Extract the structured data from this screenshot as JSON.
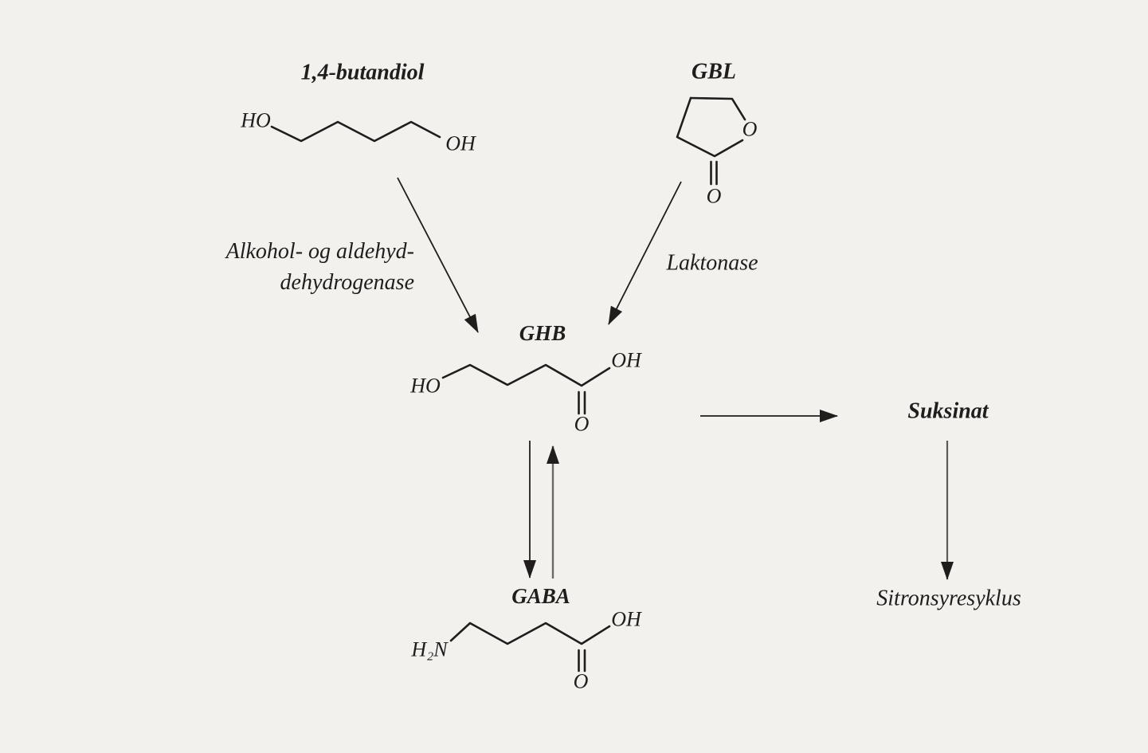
{
  "colors": {
    "background": "#f2f1ee",
    "ink": "#201d1c"
  },
  "pathway": {
    "compounds": [
      {
        "id": "butandiol",
        "label": "1,4-butandiol"
      },
      {
        "id": "gbl",
        "label": "GBL"
      },
      {
        "id": "ghb",
        "label": "GHB"
      },
      {
        "id": "gaba",
        "label": "GABA"
      },
      {
        "id": "suksinat",
        "label": "Suksinat"
      },
      {
        "id": "sitronsyresyklus",
        "label": "Sitronsyresyklus"
      }
    ],
    "enzymes": {
      "alkohol_aldehyd_dehydrogenase": {
        "line1": "Alkohol- og aldehyd-",
        "line2": "dehydrogenase"
      },
      "laktonase": {
        "label": "Laktonase"
      }
    },
    "atom_labels": {
      "butandiol": {
        "ho": "HO",
        "oh": "OH"
      },
      "gbl": {
        "ring_o": "O",
        "carbonyl_o": "O"
      },
      "ghb": {
        "ho": "HO",
        "oh": "OH",
        "carbonyl_o": "O"
      },
      "gaba": {
        "amine": "H₂N",
        "oh": "OH",
        "carbonyl_o": "O"
      }
    }
  }
}
